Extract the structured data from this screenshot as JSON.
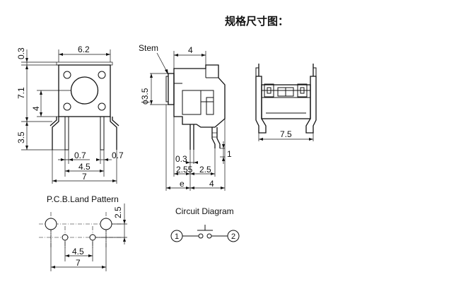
{
  "title": "规格尺寸图：",
  "front_view": {
    "dim_width": "6.2",
    "dim_top": "0.3",
    "dim_body_height": "7.1",
    "dim_button_height": "4",
    "dim_lead_length": "3.5",
    "dim_lead_left": "0.7",
    "dim_lead_right": "0.7",
    "dim_pitch": "4.5",
    "dim_total": "7"
  },
  "side_view": {
    "stem_label": "Stem",
    "dim_top_width": "4",
    "dim_stem_diameter": "ϕ3.5",
    "dim_03": "0.3",
    "dim_1": "1",
    "dim_255": "2.55",
    "dim_25": "2.5",
    "dim_e": "e",
    "dim_4": "4"
  },
  "back_view": {
    "dim_width": "7.5"
  },
  "pcb": {
    "label": "P.C.B.Land Pattern",
    "dim_25": "2.5",
    "dim_45": "4.5",
    "dim_7": "7"
  },
  "circuit": {
    "label": "Circuit Diagram",
    "node1": "1",
    "node2": "2"
  }
}
